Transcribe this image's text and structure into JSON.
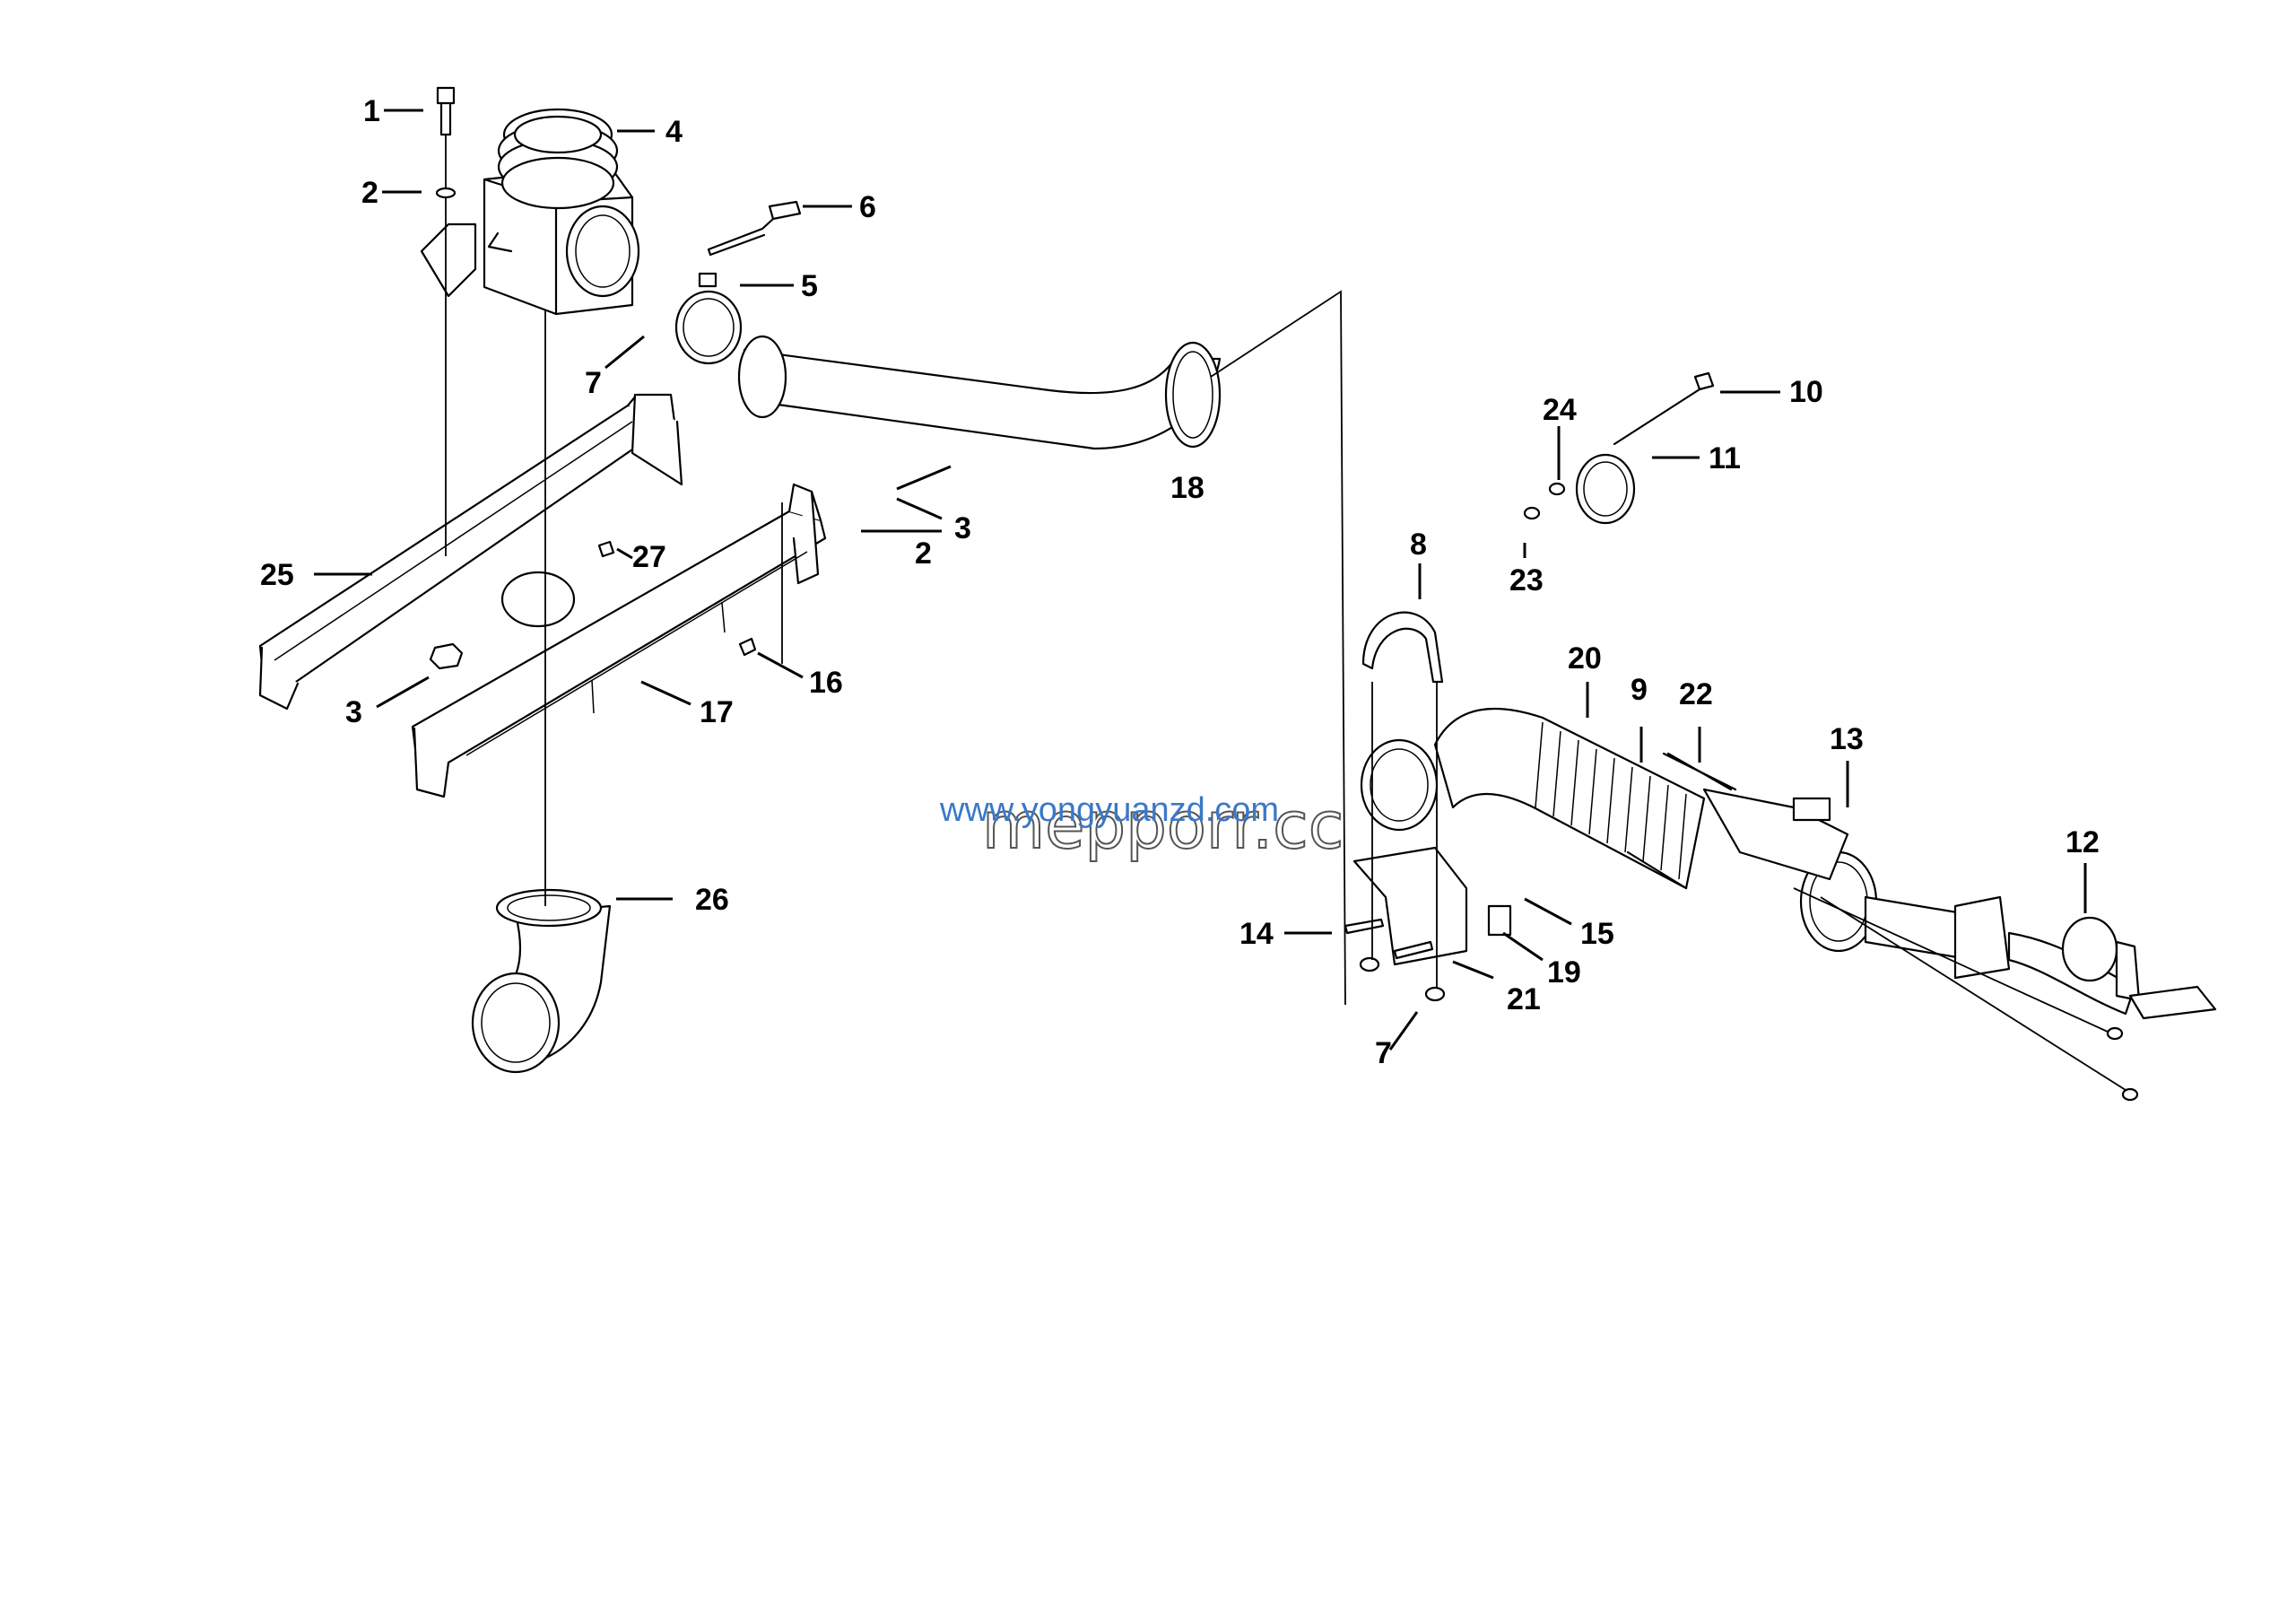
{
  "callouts": [
    "1",
    "2",
    "3",
    "4",
    "5",
    "6",
    "7",
    "8",
    "9",
    "10",
    "11",
    "12",
    "13",
    "14",
    "15",
    "16",
    "17",
    "18",
    "19",
    "20",
    "21",
    "22",
    "23",
    "24",
    "25",
    "26",
    "27"
  ],
  "watermark": {
    "url_text": "www.yongyuanzd.com",
    "brand_text": "mepporr.cc"
  }
}
